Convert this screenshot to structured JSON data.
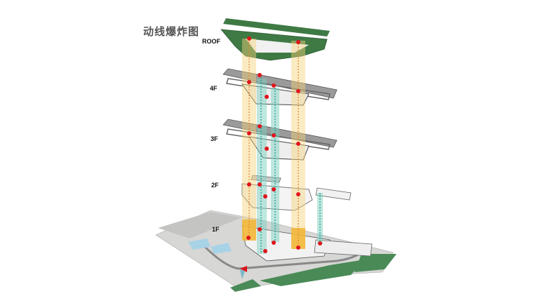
{
  "title": "动线爆炸图",
  "floors": [
    {
      "label": "ROOF"
    },
    {
      "label": "4F"
    },
    {
      "label": "3F"
    },
    {
      "label": "2F"
    },
    {
      "label": "1F"
    }
  ],
  "colors": {
    "roof_green": "#3f7a45",
    "slab_gray": "#8a8a8a",
    "vertical_yellow": "#f6d27a",
    "vertical_teal": "#7ccfc0",
    "node_red": "#e0141b",
    "site_gray": "#d7d7d5",
    "landscape_green": "#4a8a57"
  }
}
